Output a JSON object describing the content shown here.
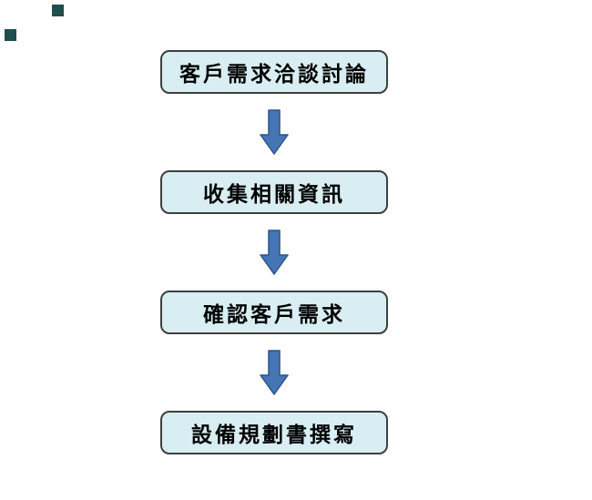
{
  "diagram": {
    "type": "flowchart",
    "direction": "top-to-bottom",
    "steps": [
      {
        "label": "客戶需求洽談討論"
      },
      {
        "label": "收集相關資訊"
      },
      {
        "label": "確認客戶需求"
      },
      {
        "label": "設備規劃書撰寫"
      }
    ],
    "connectors": [
      {
        "from": 0,
        "to": 1,
        "shape": "block-arrow-down"
      },
      {
        "from": 1,
        "to": 2,
        "shape": "block-arrow-down"
      },
      {
        "from": 2,
        "to": 3,
        "shape": "block-arrow-down"
      }
    ],
    "colors": {
      "box_fill": "#d8eef2",
      "box_border": "#3f3f3f",
      "arrow_fill": "#4575b4",
      "arrow_border": "#2e5487",
      "deco_square_top": "#1f4e4e",
      "deco_square_left": "#1f4e4e",
      "background": "#ffffff"
    }
  }
}
